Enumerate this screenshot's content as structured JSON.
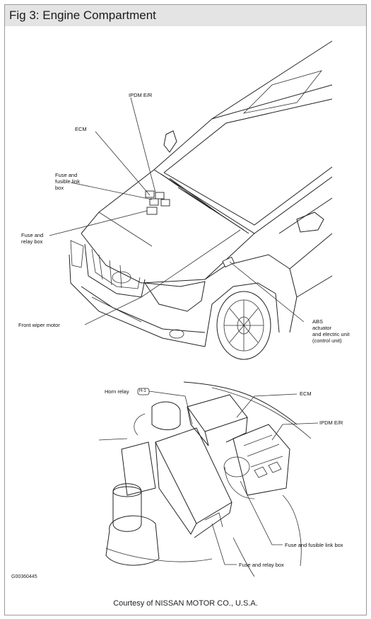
{
  "header": {
    "title": "Fig 3: Engine Compartment"
  },
  "top_view": {
    "labels": {
      "ipdm": "IPDM E/R",
      "ecm": "ECM",
      "fuse_link_1": "Fuse and",
      "fuse_link_2": "fusible link",
      "fuse_link_3": "box",
      "fuse_relay_1": "Fuse and",
      "fuse_relay_2": "relay box",
      "wiper": "Front wiper motor",
      "abs_1": "ABS",
      "abs_2": "actuator",
      "abs_3": "and electric unit",
      "abs_4": "(control unit)"
    }
  },
  "bottom_view": {
    "labels": {
      "horn": "Horn relay",
      "horn_tag": "H-1",
      "ecm": "ECM",
      "ipdm": "IPDM E/R",
      "fuse_link": "Fuse and fusible link box",
      "fuse_relay": "Fuse and relay box"
    }
  },
  "figure_code": "G00360445",
  "credit": "Courtesy of NISSAN MOTOR CO., U.S.A."
}
